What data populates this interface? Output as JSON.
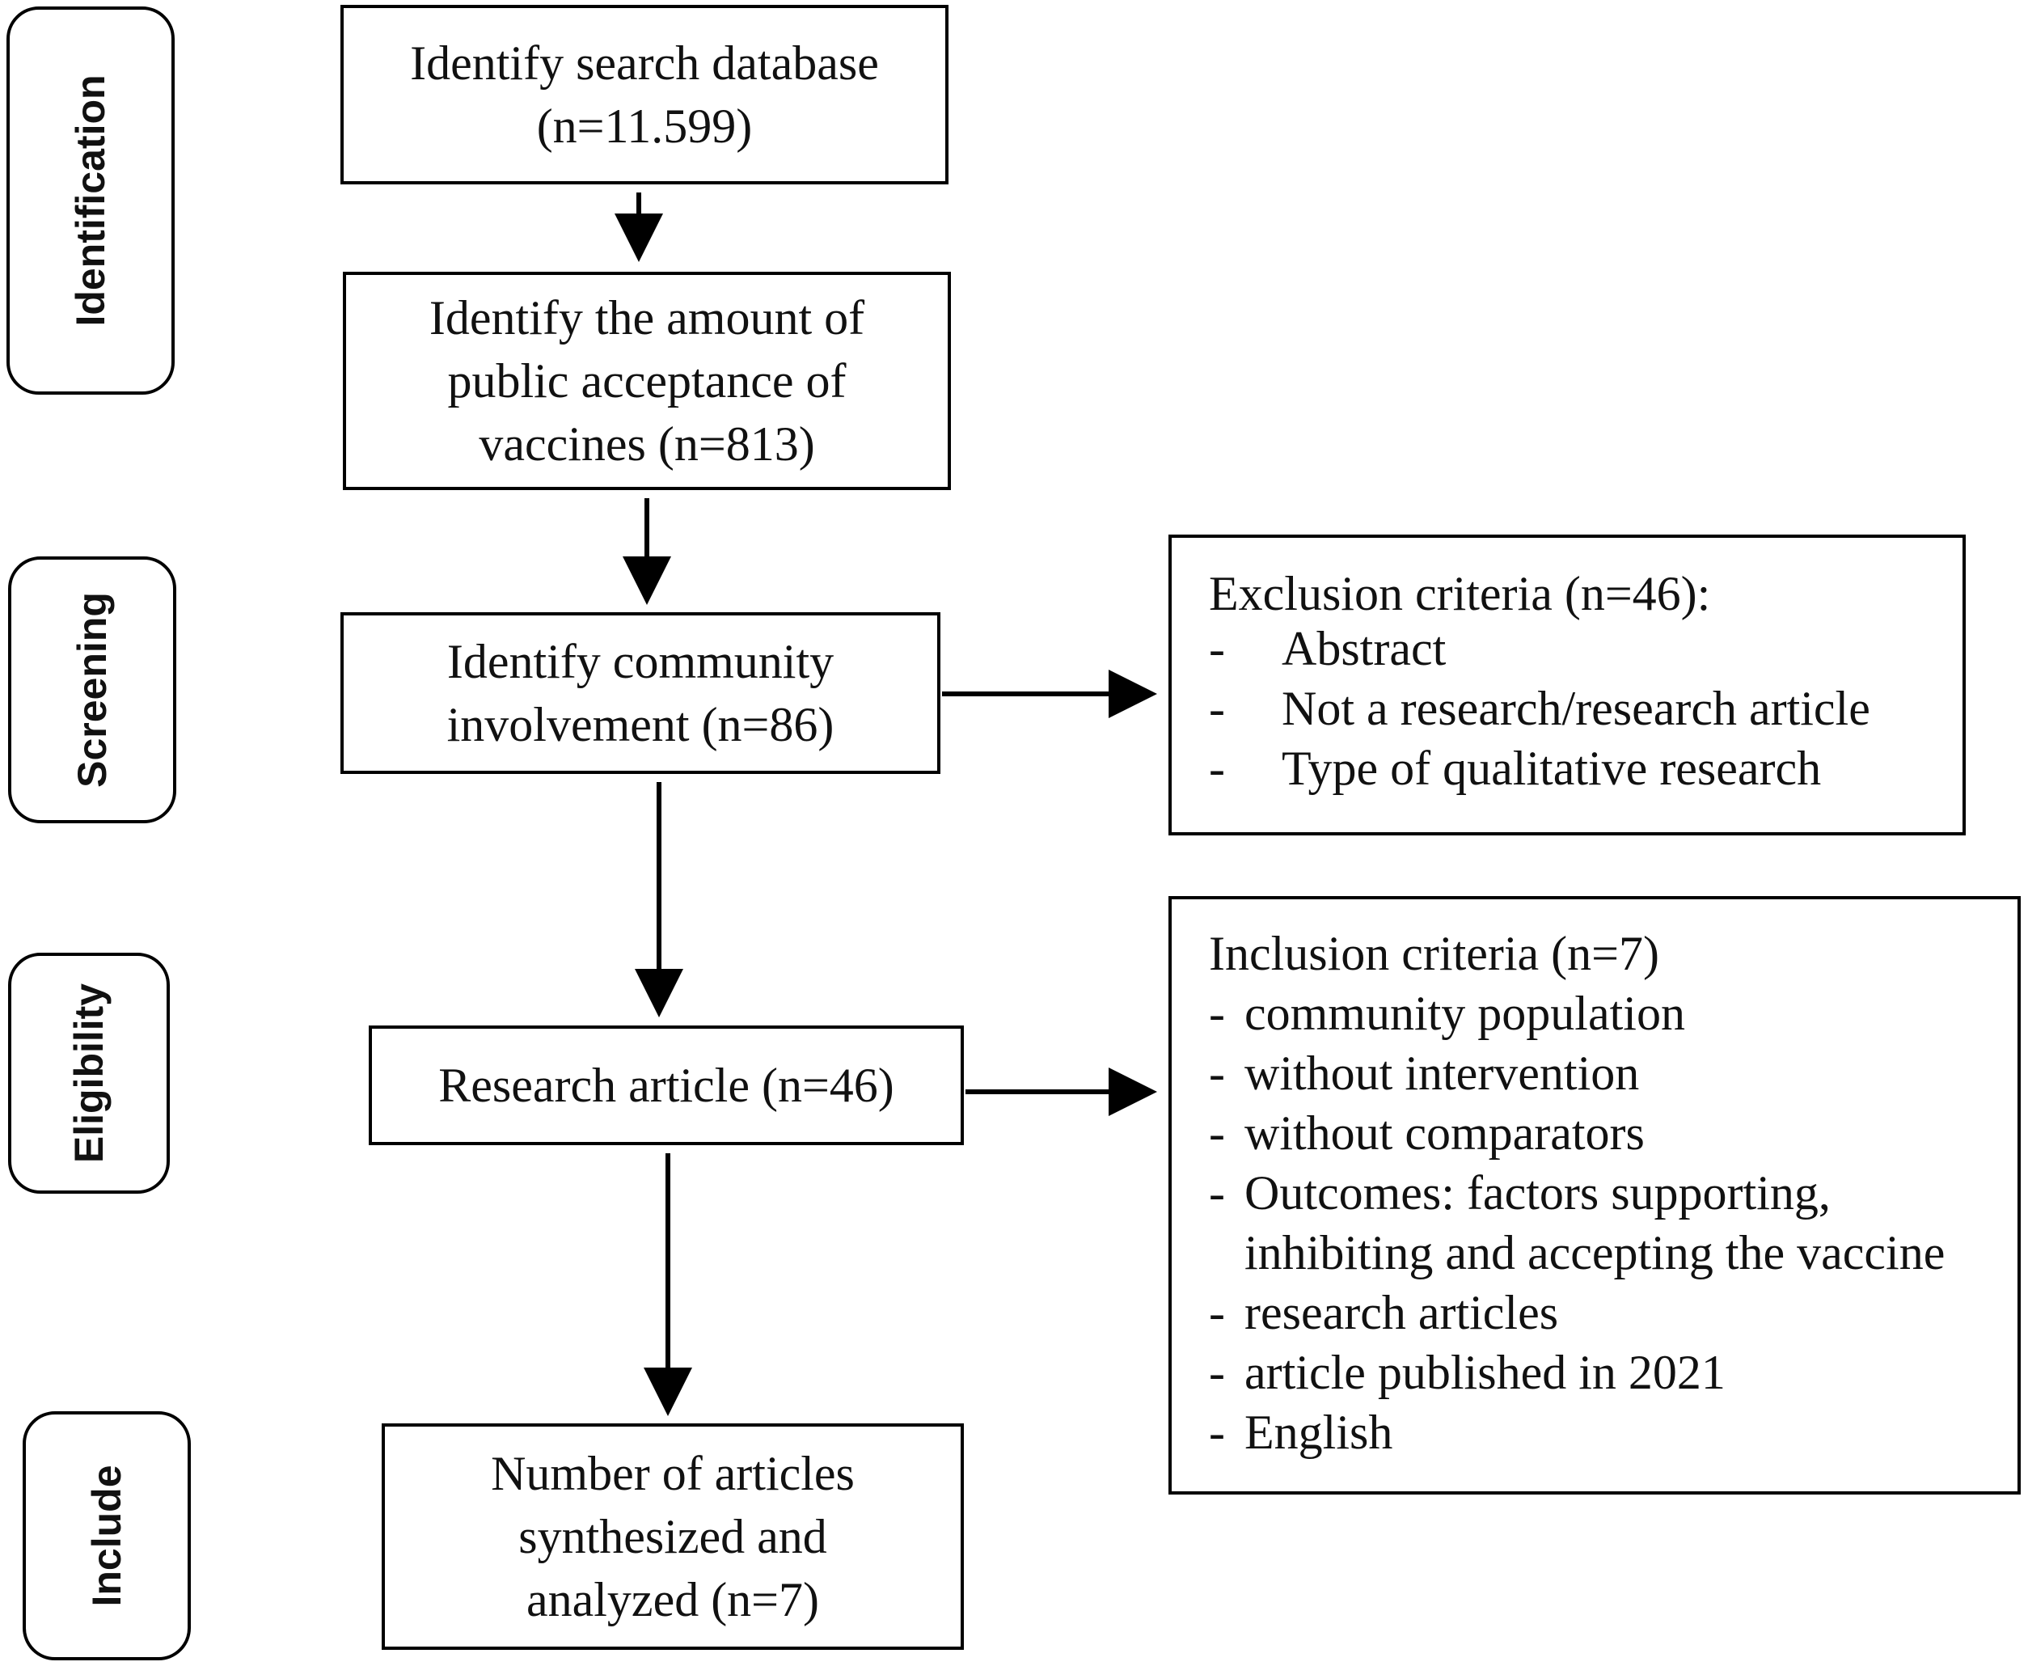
{
  "stages": {
    "identification": "Identification",
    "screening": "Screening",
    "eligibility": "Eligibility",
    "include": "Include"
  },
  "boxes": {
    "search_database": [
      "Identify search database",
      "(n=11.599)"
    ],
    "public_acceptance": [
      "Identify the amount of",
      "public acceptance of",
      "vaccines (n=813)"
    ],
    "community_involvement": [
      "Identify community",
      "involvement (n=86)"
    ],
    "research_article": [
      "Research article (n=46)"
    ],
    "synthesized": [
      "Number of articles",
      "synthesized and",
      "analyzed (n=7)"
    ]
  },
  "exclusion": {
    "title": "Exclusion criteria (n=46):",
    "items": [
      "Abstract",
      "Not a research/research article",
      "Type of qualitative research"
    ]
  },
  "inclusion": {
    "title": "Inclusion criteria (n=7)",
    "items": [
      "community population",
      "without intervention",
      "without comparators",
      "Outcomes: factors supporting,",
      "inhibiting and accepting the vaccine",
      "research articles",
      "article published in 2021",
      "English"
    ]
  },
  "bullet_char": "-"
}
